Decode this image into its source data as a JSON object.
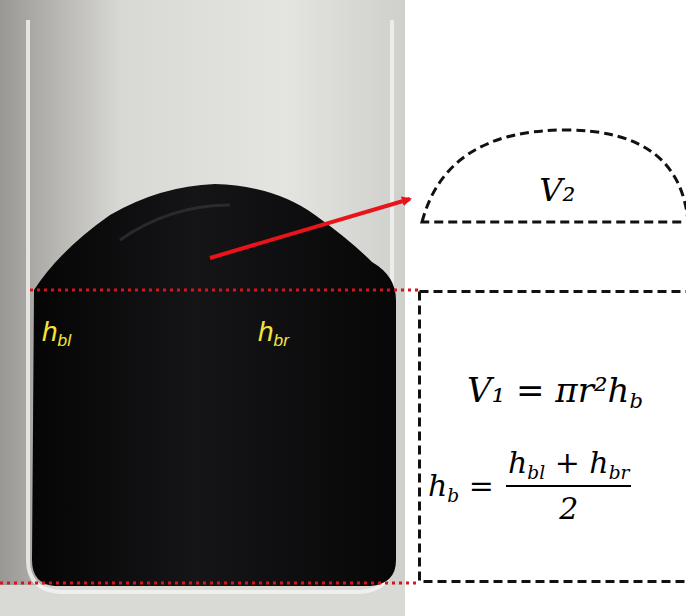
{
  "diagram": {
    "nodes": [
      {
        "text": [
          "V₂"
        ]
      },
      {
        "text": [
          "V₁ = πr²hb",
          "hb =",
          "hbl + hbr",
          "2"
        ]
      }
    ],
    "labels": [
      "hbl",
      "hbr"
    ]
  }
}
